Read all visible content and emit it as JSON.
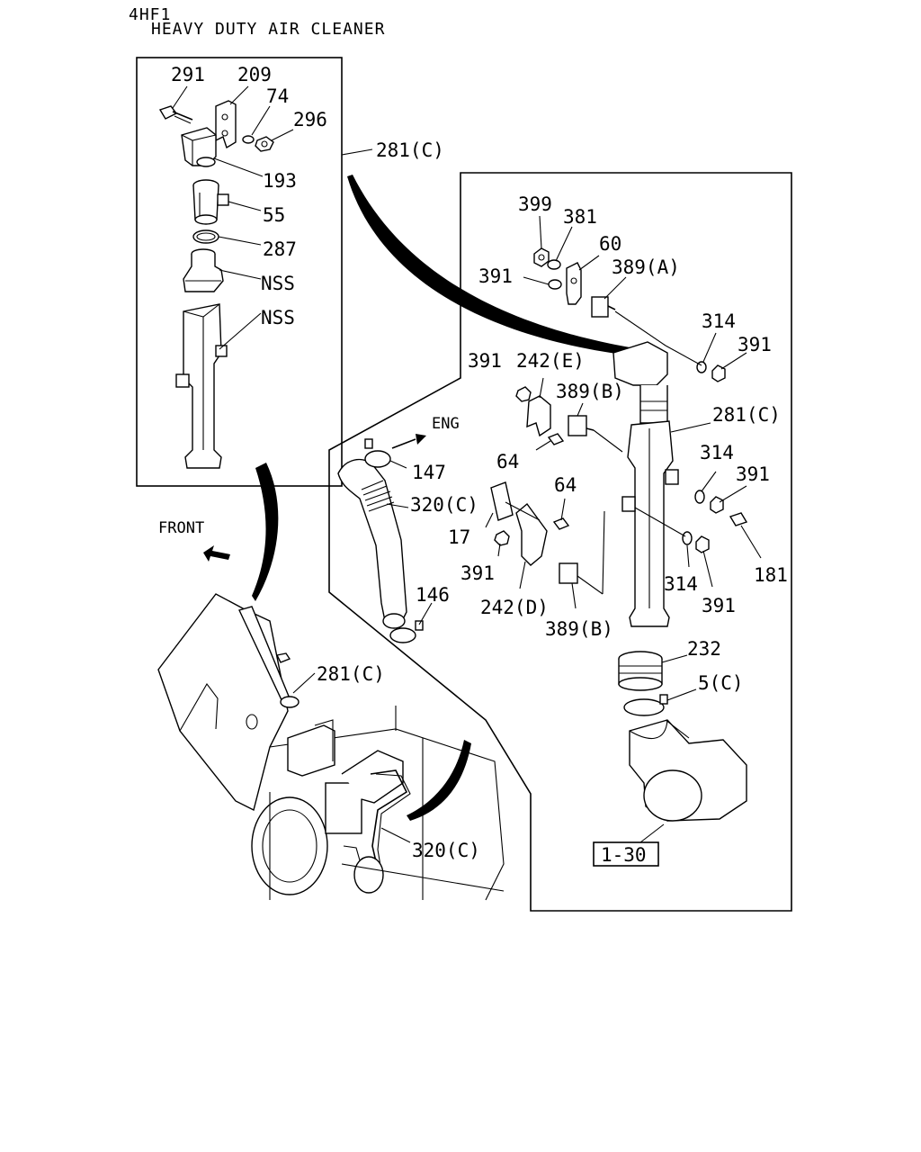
{
  "header": {
    "code": "4HF1",
    "title": "HEAVY DUTY AIR CLEANER"
  },
  "directions": {
    "front": "FRONT",
    "engine": "ENG"
  },
  "callouts": {
    "p291": "291",
    "p209": "209",
    "p74": "74",
    "p296": "296",
    "p281c_top": "281(C)",
    "p193": "193",
    "p55": "55",
    "p287": "287",
    "nss1": "NSS",
    "nss2": "NSS",
    "p399": "399",
    "p381": "381",
    "p60": "60",
    "p391_a": "391",
    "p389a": "389(A)",
    "p314_a": "314",
    "p391_b": "391",
    "p391_c": "391",
    "p242e": "242(E)",
    "p389b_top": "389(B)",
    "p281c_right": "281(C)",
    "p147": "147",
    "p64_a": "64",
    "p314_b": "314",
    "p391_d": "391",
    "p320c_mid": "320(C)",
    "p64_b": "64",
    "p17": "17",
    "p181": "181",
    "p391_e": "391",
    "p242d": "242(D)",
    "p314_c": "314",
    "p391_f": "391",
    "p146": "146",
    "p389b_bot": "389(B)",
    "p232": "232",
    "p5c": "5(C)",
    "p281c_truck": "281(C)",
    "p1_30": "1-30",
    "p320c_truck": "320(C)"
  }
}
